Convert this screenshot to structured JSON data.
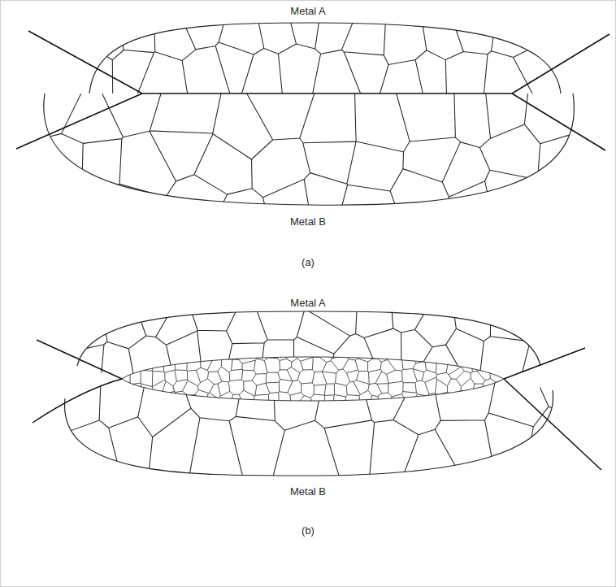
{
  "diagram": {
    "labels": [
      "Metal A",
      "Metal B",
      "(a)",
      "Metal A",
      "Metal B",
      "(b)"
    ]
  }
}
